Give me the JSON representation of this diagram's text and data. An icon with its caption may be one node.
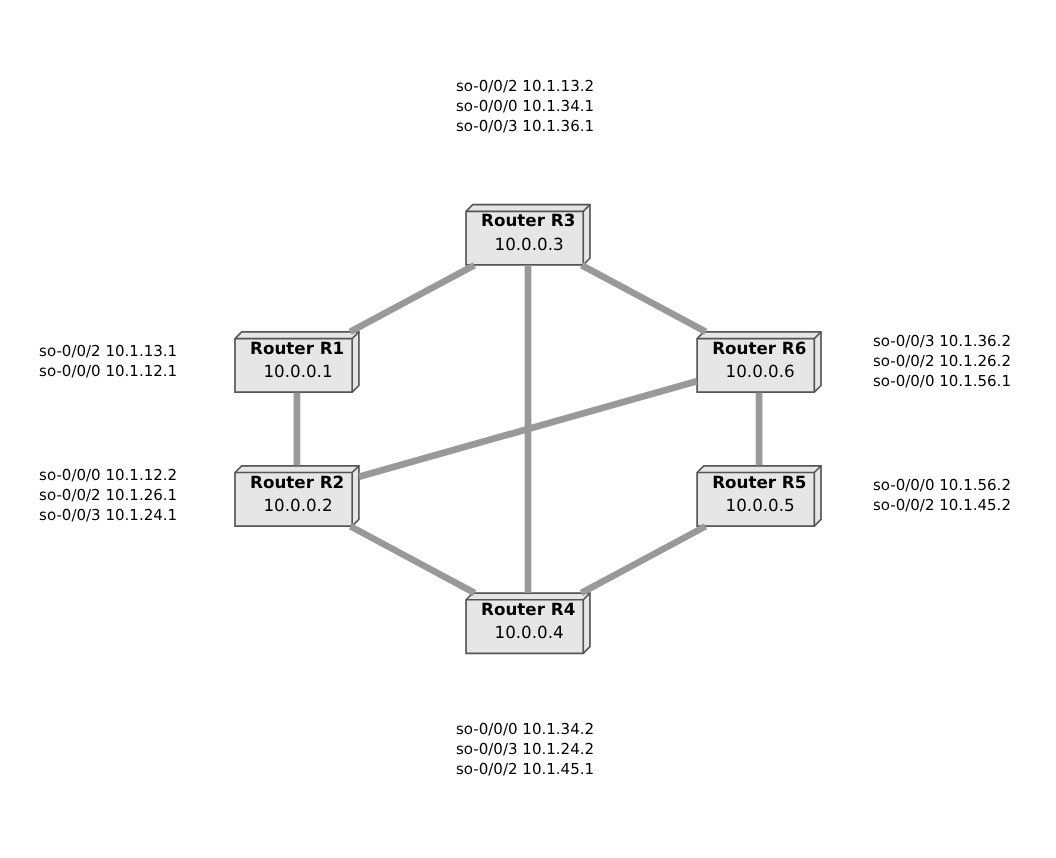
{
  "diagram": {
    "nodes": [
      {
        "text": [
          "Router R3",
          "10.0.0.3"
        ],
        "beside": [
          "so-0/0/2 10.1.13.2",
          "so-0/0/0 10.1.34.1",
          "so-0/0/3 10.1.36.1"
        ]
      },
      {
        "text": [
          "Router R1",
          "10.0.0.1"
        ],
        "beside": [
          "so-0/0/2 10.1.13.1",
          "so-0/0/0 10.1.12.1"
        ]
      },
      {
        "text": [
          "Router R6",
          "10.0.0.6"
        ],
        "beside": [
          "so-0/0/3 10.1.36.2",
          "so-0/0/2 10.1.26.2",
          "so-0/0/0 10.1.56.1"
        ]
      },
      {
        "text": [
          "Router R2",
          "10.0.0.2"
        ],
        "beside": [
          "so-0/0/0 10.1.12.2",
          "so-0/0/2 10.1.26.1",
          "so-0/0/3 10.1.24.1"
        ]
      },
      {
        "text": [
          "Router R5",
          "10.0.0.5"
        ],
        "beside": [
          "so-0/0/0 10.1.56.2",
          "so-0/0/2 10.1.45.2"
        ]
      },
      {
        "text": [
          "Router R4",
          "10.0.0.4"
        ],
        "beside": [
          "so-0/0/0 10.1.34.2",
          "so-0/0/3 10.1.24.2",
          "so-0/0/2 10.1.45.1"
        ]
      }
    ],
    "edges": [
      {
        "from": 1,
        "to": 0,
        "arrow": "none"
      },
      {
        "from": 0,
        "to": 2,
        "arrow": "none"
      },
      {
        "from": 0,
        "to": 5,
        "arrow": "none"
      },
      {
        "from": 1,
        "to": 3,
        "arrow": "none"
      },
      {
        "from": 2,
        "to": 4,
        "arrow": "none"
      },
      {
        "from": 3,
        "to": 2,
        "arrow": "none"
      },
      {
        "from": 3,
        "to": 5,
        "arrow": "none"
      },
      {
        "from": 5,
        "to": 4,
        "arrow": "none"
      }
    ]
  }
}
